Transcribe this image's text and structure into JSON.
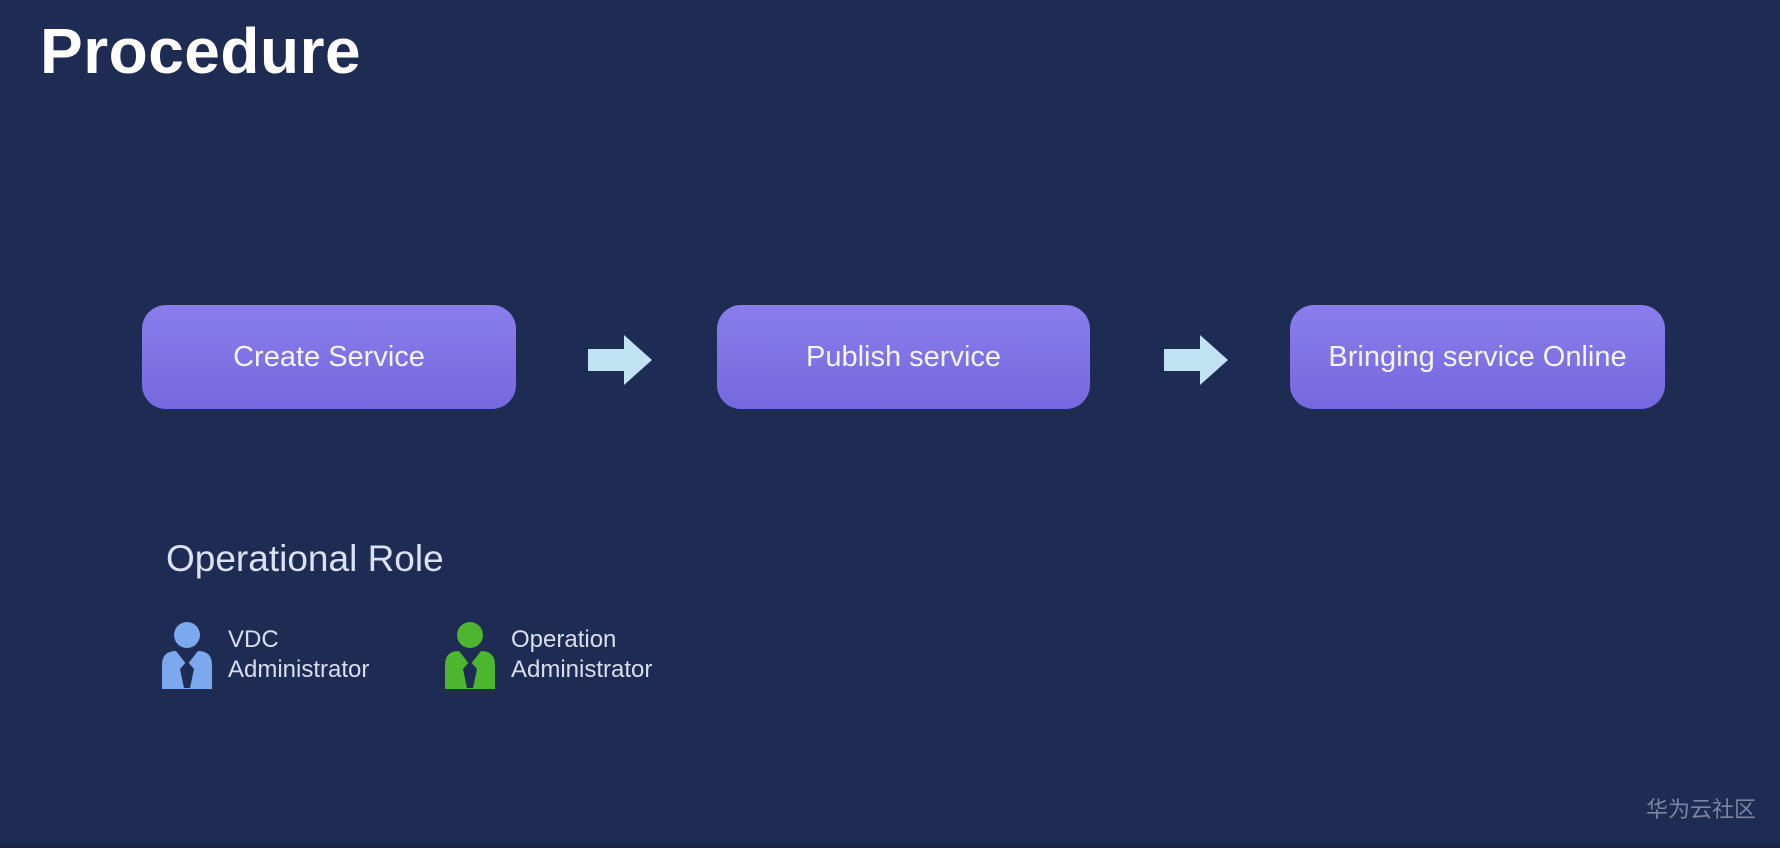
{
  "page": {
    "title": "Procedure",
    "watermark": "华为云社区"
  },
  "flow": {
    "steps": [
      {
        "label": "Create Service"
      },
      {
        "label": "Publish service"
      },
      {
        "label": "Bringing service Online"
      }
    ],
    "connector": "right-arrow"
  },
  "roles": {
    "heading": "Operational Role",
    "items": [
      {
        "icon": "person-icon-blue",
        "line1": "VDC",
        "line2": "Administrator"
      },
      {
        "icon": "person-icon-green",
        "line1": "Operation",
        "line2": "Administrator"
      }
    ]
  },
  "colors": {
    "background": "#1e2c54",
    "background_footer": "#172342",
    "box_purple_top": "#8a7dec",
    "box_purple_bottom": "#7668de",
    "box_text": "#f5f4fc",
    "arrow_blue": "#c1e2f2",
    "title_text": "#ffffff",
    "heading_text": "#d9e1f2",
    "label_text": "#d7dfee",
    "watermark": "#7b86a0",
    "icon_blue": "#7ca9ee",
    "icon_green": "#4cb72e"
  }
}
